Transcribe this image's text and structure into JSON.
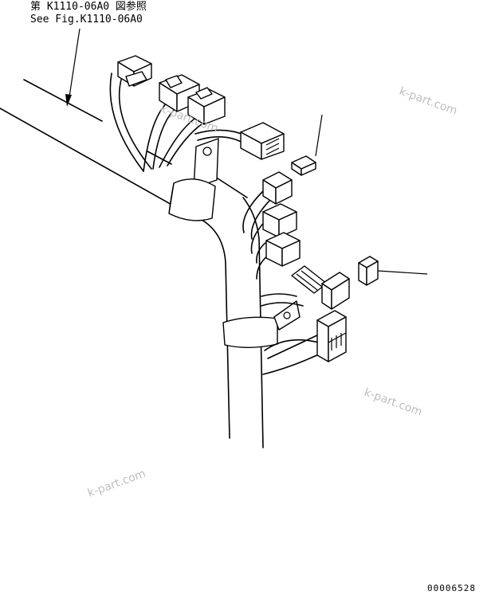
{
  "reference": {
    "line_jp": "第 K1110-06A0 図参照",
    "line_en": "See Fig.K1110-06A0"
  },
  "watermarks": [
    "k-part.com",
    "k-part.com",
    "k-part.com",
    "k-part.com"
  ],
  "drawing_number": "00006528"
}
